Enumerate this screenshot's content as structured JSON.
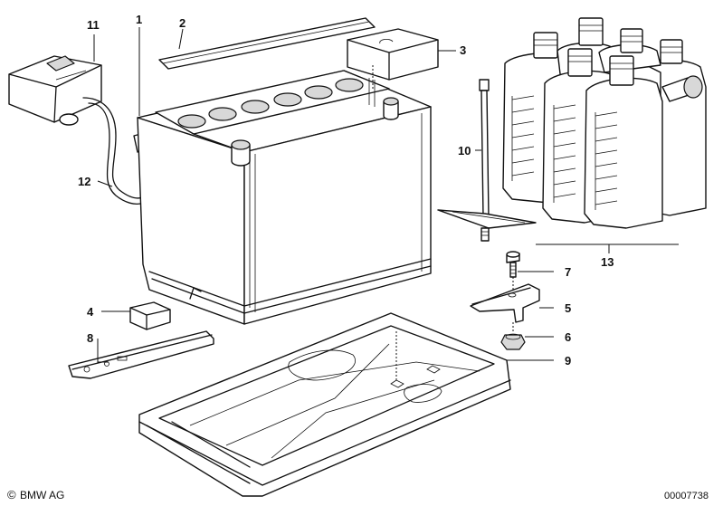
{
  "callouts": {
    "c1": "1",
    "c2": "2",
    "c3": "3",
    "c4": "4",
    "c5": "5",
    "c6": "6",
    "c7": "7",
    "c8": "8",
    "c9": "9",
    "c10": "10",
    "c11": "11",
    "c12": "12",
    "c13": "13"
  },
  "footer": {
    "copyright_symbol": "©",
    "brand": "BMW AG",
    "diagram_number": "00007738"
  }
}
